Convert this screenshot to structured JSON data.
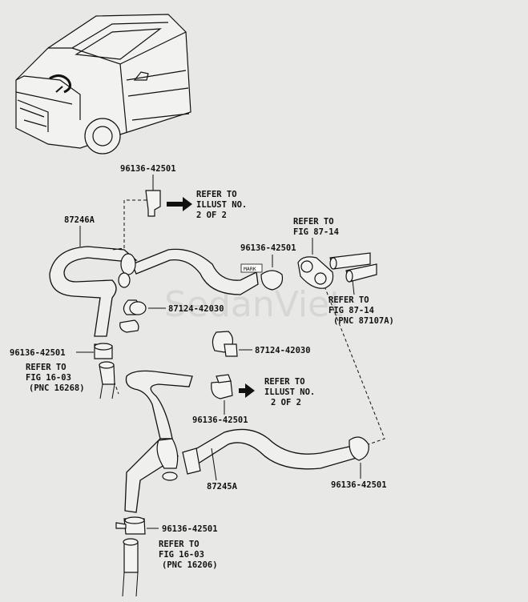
{
  "watermark": "SedanViet",
  "labels": {
    "pn_87246A": "87246A",
    "pn_87245A": "87245A",
    "clamp_top": "96136-42501",
    "clamp_mid_right": "96136-42501",
    "clamp_left": "96136-42501",
    "clamp_lower_mid": "96136-42501",
    "clamp_lower_right": "96136-42501",
    "clamp_bottom": "96136-42501",
    "clip_1": "87124-42030",
    "clip_2": "87124-42030",
    "mark_tag": "MARK"
  },
  "refers": {
    "top_illust": [
      "REFER TO",
      "ILLUST NO.",
      "2 OF 2"
    ],
    "mid_illust": [
      "REFER TO",
      "ILLUST NO.",
      "2 OF 2"
    ],
    "fig_87_14_top": [
      "REFER TO",
      "FIG 87-14"
    ],
    "fig_87_14_right": [
      "REFER TO",
      "FIG 87-14",
      "(PNC 87107A)"
    ],
    "fig_16_03_left": [
      "REFER TO",
      "FIG 16-03",
      "(PNC 16268)"
    ],
    "fig_16_03_bottom": [
      "REFER TO",
      "FIG 16-03",
      "(PNC 16206)"
    ]
  }
}
